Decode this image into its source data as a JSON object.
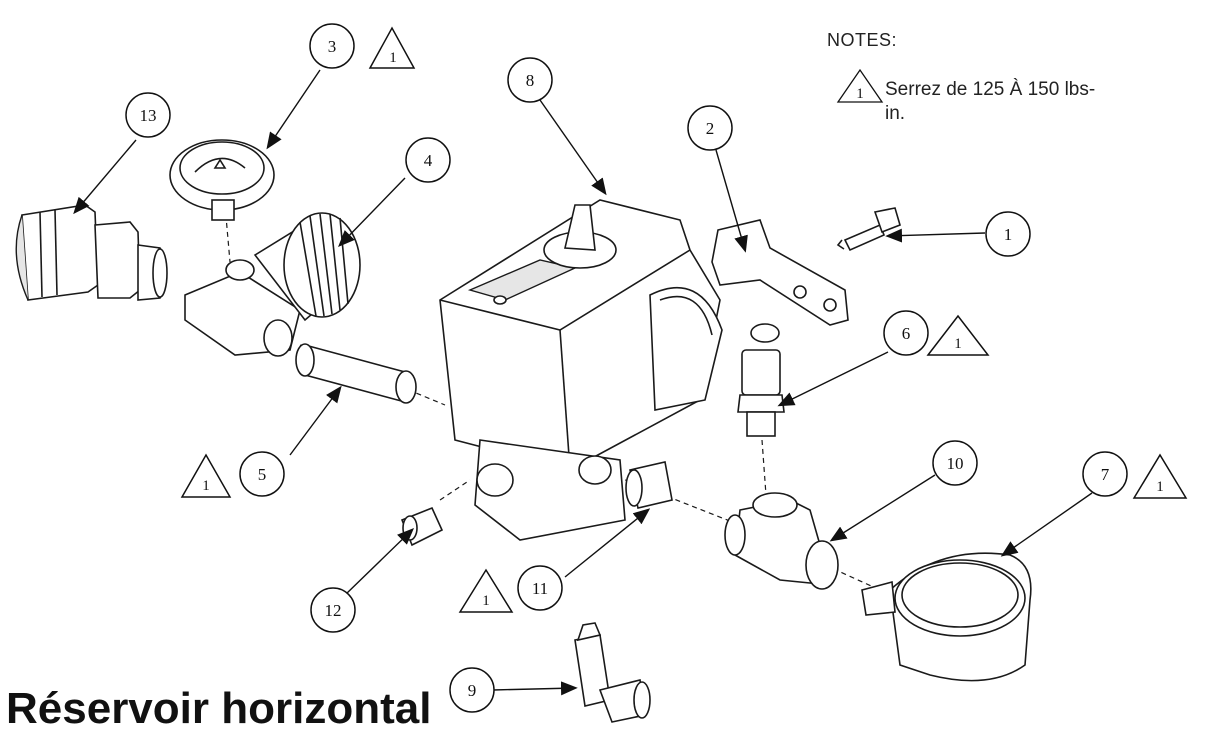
{
  "notes": {
    "title": "NOTES:",
    "torque_text": "Serrez de 125 À 150 lbs-in.",
    "torque_mark": "1"
  },
  "page_title": "Réservoir horizontal",
  "callouts": [
    {
      "id": "callout-13",
      "label": "13"
    },
    {
      "id": "callout-3",
      "label": "3"
    },
    {
      "id": "callout-4",
      "label": "4"
    },
    {
      "id": "callout-8",
      "label": "8"
    },
    {
      "id": "callout-2",
      "label": "2"
    },
    {
      "id": "callout-1",
      "label": "1"
    },
    {
      "id": "callout-6",
      "label": "6"
    },
    {
      "id": "callout-5",
      "label": "5"
    },
    {
      "id": "callout-10",
      "label": "10"
    },
    {
      "id": "callout-7",
      "label": "7"
    },
    {
      "id": "callout-12",
      "label": "12"
    },
    {
      "id": "callout-11",
      "label": "11"
    },
    {
      "id": "callout-9",
      "label": "9"
    }
  ],
  "torque_flags": [
    {
      "id": "flag-3",
      "label": "1"
    },
    {
      "id": "flag-6",
      "label": "1"
    },
    {
      "id": "flag-5",
      "label": "1"
    },
    {
      "id": "flag-7",
      "label": "1"
    },
    {
      "id": "flag-11",
      "label": "1"
    }
  ]
}
